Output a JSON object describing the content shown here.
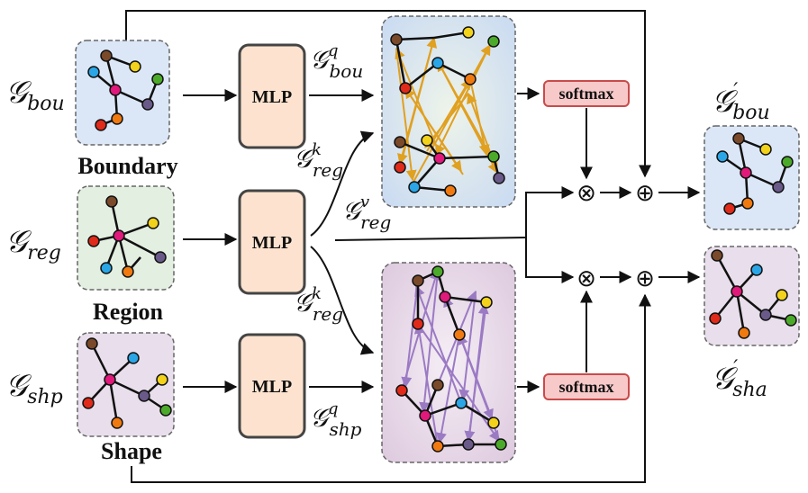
{
  "inputs": {
    "boundary": {
      "symbol": "𝒢",
      "sub": "bou",
      "label": "Boundary"
    },
    "region": {
      "symbol": "𝒢",
      "sub": "reg",
      "label": "Region"
    },
    "shape": {
      "symbol": "𝒢",
      "sub": "shp",
      "label": "Shape"
    }
  },
  "mlp": {
    "label": "MLP"
  },
  "edges": {
    "q_bou": {
      "symbol": "𝒢",
      "sup": "q",
      "sub": "bou"
    },
    "k_reg_top": {
      "symbol": "𝒢",
      "sup": "k",
      "sub": "reg"
    },
    "v_reg": {
      "symbol": "𝒢",
      "sup": "v",
      "sub": "reg"
    },
    "k_reg_bottom": {
      "symbol": "𝒢",
      "sup": "k",
      "sub": "reg"
    },
    "q_shp": {
      "symbol": "𝒢",
      "sup": "q",
      "sub": "shp"
    }
  },
  "softmax": {
    "label": "softmax"
  },
  "operators": {
    "multiply": "⊗",
    "add": "⊕"
  },
  "outputs": {
    "bou": {
      "symbol": "𝒢",
      "prime": "′",
      "sub": "bou"
    },
    "sha": {
      "symbol": "𝒢",
      "prime": "′",
      "sub": "sha"
    }
  },
  "colors": {
    "blue_panel": "#dbe7f7",
    "green_panel": "#e3efe0",
    "purple_panel": "#e9dfec",
    "mlp_fill": "#fde3cf",
    "softmax_fill": "#f7c9c9",
    "softmax_stroke": "#c94b4b",
    "orange_arrow": "#e0a020",
    "purple_arrow": "#9b7ac4"
  }
}
